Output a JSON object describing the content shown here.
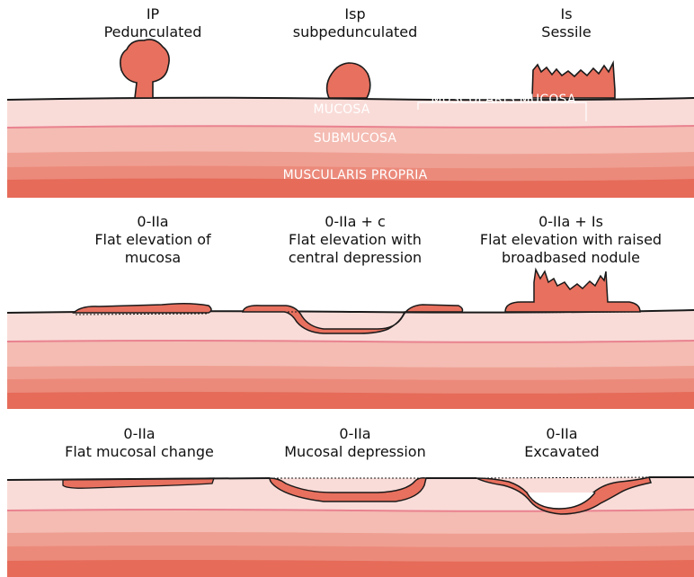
{
  "panels": {
    "top": {
      "captions": [
        {
          "code": "IP",
          "desc": "Pedunculated"
        },
        {
          "code": "Isp",
          "desc": "subpedunculated"
        },
        {
          "code": "Is",
          "desc": "Sessile"
        }
      ],
      "layers": {
        "mucosa": "MUCOSA",
        "muscularis_mucosa": "MUSCULARIS MUCOSA",
        "submucosa": "SUBMUCOSA",
        "muscularis_propria": "MUSCULARIS PROPRIA"
      }
    },
    "middle": {
      "captions": [
        {
          "code": "0-IIa",
          "desc1": "Flat elevation of",
          "desc2": "mucosa"
        },
        {
          "code": "0-IIa + c",
          "desc1": "Flat elevation with",
          "desc2": "central depression"
        },
        {
          "code": "0-IIa + Is",
          "desc1": "Flat elevation with raised",
          "desc2": "broadbased nodule"
        }
      ]
    },
    "bottom": {
      "captions": [
        {
          "code": "0-IIa",
          "desc": "Flat mucosal change"
        },
        {
          "code": "0-IIa",
          "desc": "Mucosal depression"
        },
        {
          "code": "0-IIa",
          "desc": "Excavated"
        }
      ]
    }
  },
  "colors": {
    "lesion": "#e8705e",
    "mucosa": "#f9d9d5",
    "submucosa": "#f2b4aa",
    "propria_light": "#ec9385",
    "propria_dark": "#e66a58",
    "outline": "#1a1a1a",
    "muscularis_line": "#e9828f"
  }
}
